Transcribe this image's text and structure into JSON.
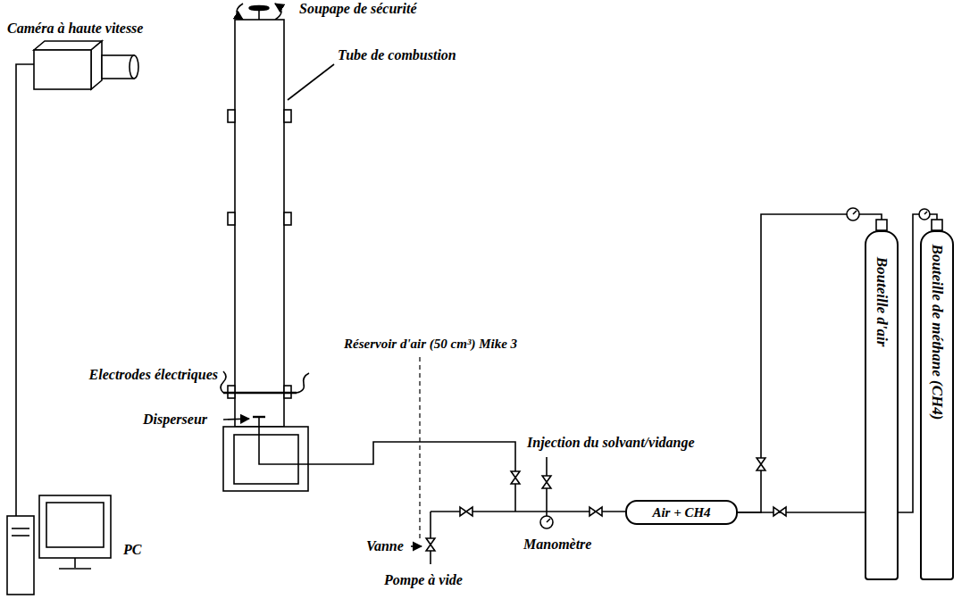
{
  "diagram": {
    "nodes": [
      {
        "text": [
          "Air + CH4"
        ]
      },
      {
        "text": [
          "Bouteille d'air"
        ]
      },
      {
        "text": [
          "Bouteille de méthane (CH4)"
        ]
      }
    ],
    "edges": [
      {
        "from": 1,
        "to": 0,
        "arrow": "none"
      },
      {
        "from": 2,
        "to": 0,
        "arrow": "none"
      }
    ],
    "labels": [
      "Soupape de sécurité",
      "Tube de combustion",
      "Caméra à haute vitesse",
      "Réservoir d'air (50 cm³) Mike 3",
      "Electrodes électriques",
      "Disperseur",
      "Injection du solvant/vidange",
      "Vanne",
      "Manomètre",
      "PC",
      "Pompe à vide"
    ]
  }
}
